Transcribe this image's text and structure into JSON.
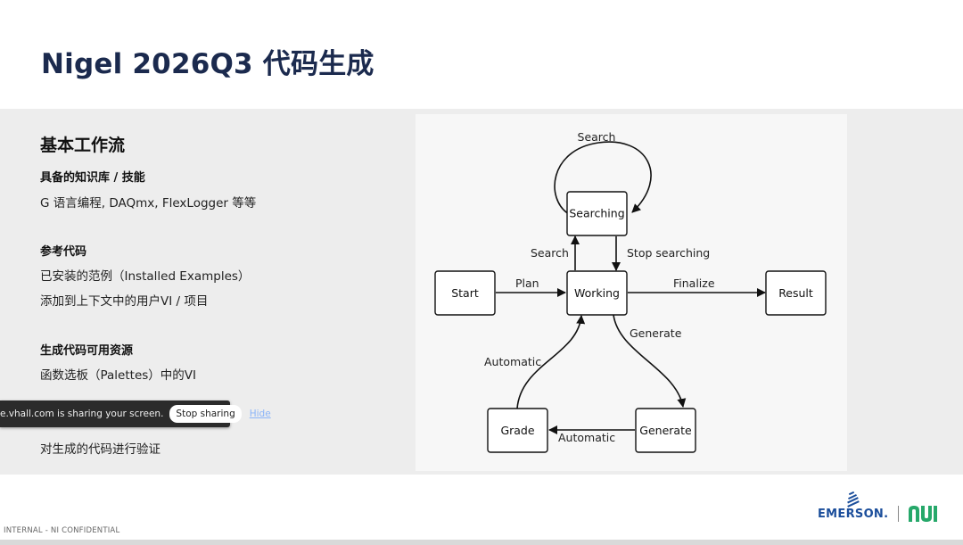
{
  "slide": {
    "title": "Nigel 2026Q3 代码生成"
  },
  "left": {
    "heading": "基本工作流",
    "sections": [
      {
        "title": "具备的知识库 / 技能",
        "lines": [
          "G 语言编程, DAQmx, FlexLogger 等等"
        ]
      },
      {
        "title": "参考代码",
        "lines": [
          "已安装的范例（Installed Examples）",
          "添加到上下文中的用户VI / 项目"
        ]
      },
      {
        "title": "生成代码可用资源",
        "lines": [
          "函数选板（Palettes）中的VI"
        ]
      },
      {
        "title": "",
        "lines": [
          "对生成的代码进行验证"
        ]
      }
    ]
  },
  "diagram": {
    "nodes": {
      "start": "Start",
      "working": "Working",
      "searching": "Searching",
      "result": "Result",
      "grade": "Grade",
      "generate": "Generate"
    },
    "edges": {
      "search_loop": "Search",
      "search": "Search",
      "stop_searching": "Stop searching",
      "plan": "Plan",
      "finalize": "Finalize",
      "generate": "Generate",
      "automatic_grade_working": "Automatic",
      "automatic_generate_grade": "Automatic"
    }
  },
  "share_bar": {
    "message": "e.vhall.com is sharing your screen.",
    "stop_label": "Stop sharing",
    "hide_label": "Hide"
  },
  "footer": {
    "confidential": "INTERNAL - NI CONFIDENTIAL",
    "emerson": "EMERSON."
  },
  "colors": {
    "title": "#1b2a4e",
    "band": "#ededed",
    "panel": "#f7f7f7",
    "emerson_blue": "#1b4e9b",
    "ni_green": "#26a86a"
  }
}
